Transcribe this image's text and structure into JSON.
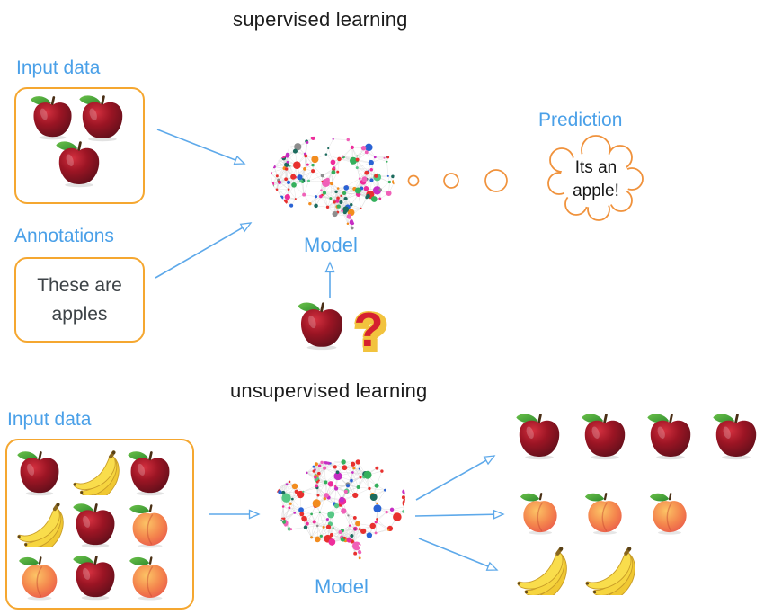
{
  "colors": {
    "accent_blue": "#4aa0e8",
    "box_orange": "#f5a730",
    "bubble_orange": "#f0923c",
    "arrow_blue": "#5ea9ea",
    "title_black": "#1c1c1c",
    "annotation_gray": "#3d4347",
    "question_red": "#d5202f",
    "question_yellow": "#f2c33e"
  },
  "supervised": {
    "title": "supervised learning",
    "input": {
      "label": "Input data",
      "items": [
        "apple",
        "apple",
        "apple"
      ]
    },
    "annotations": {
      "label": "Annotations",
      "text": [
        "These are",
        "apples"
      ]
    },
    "model_label": "Model",
    "query_item": "apple",
    "question_mark": "?",
    "prediction": {
      "label": "Prediction",
      "bubble_text": [
        "Its an",
        "apple!"
      ]
    }
  },
  "unsupervised": {
    "title": "unsupervised learning",
    "input": {
      "label": "Input data",
      "grid": [
        [
          "apple",
          "banana",
          "apple"
        ],
        [
          "banana",
          "apple",
          "peach"
        ],
        [
          "peach",
          "apple",
          "peach"
        ]
      ]
    },
    "model_label": "Model",
    "clusters": [
      {
        "type": "apple",
        "count": 4
      },
      {
        "type": "peach",
        "count": 3
      },
      {
        "type": "banana",
        "count": 2
      }
    ]
  }
}
